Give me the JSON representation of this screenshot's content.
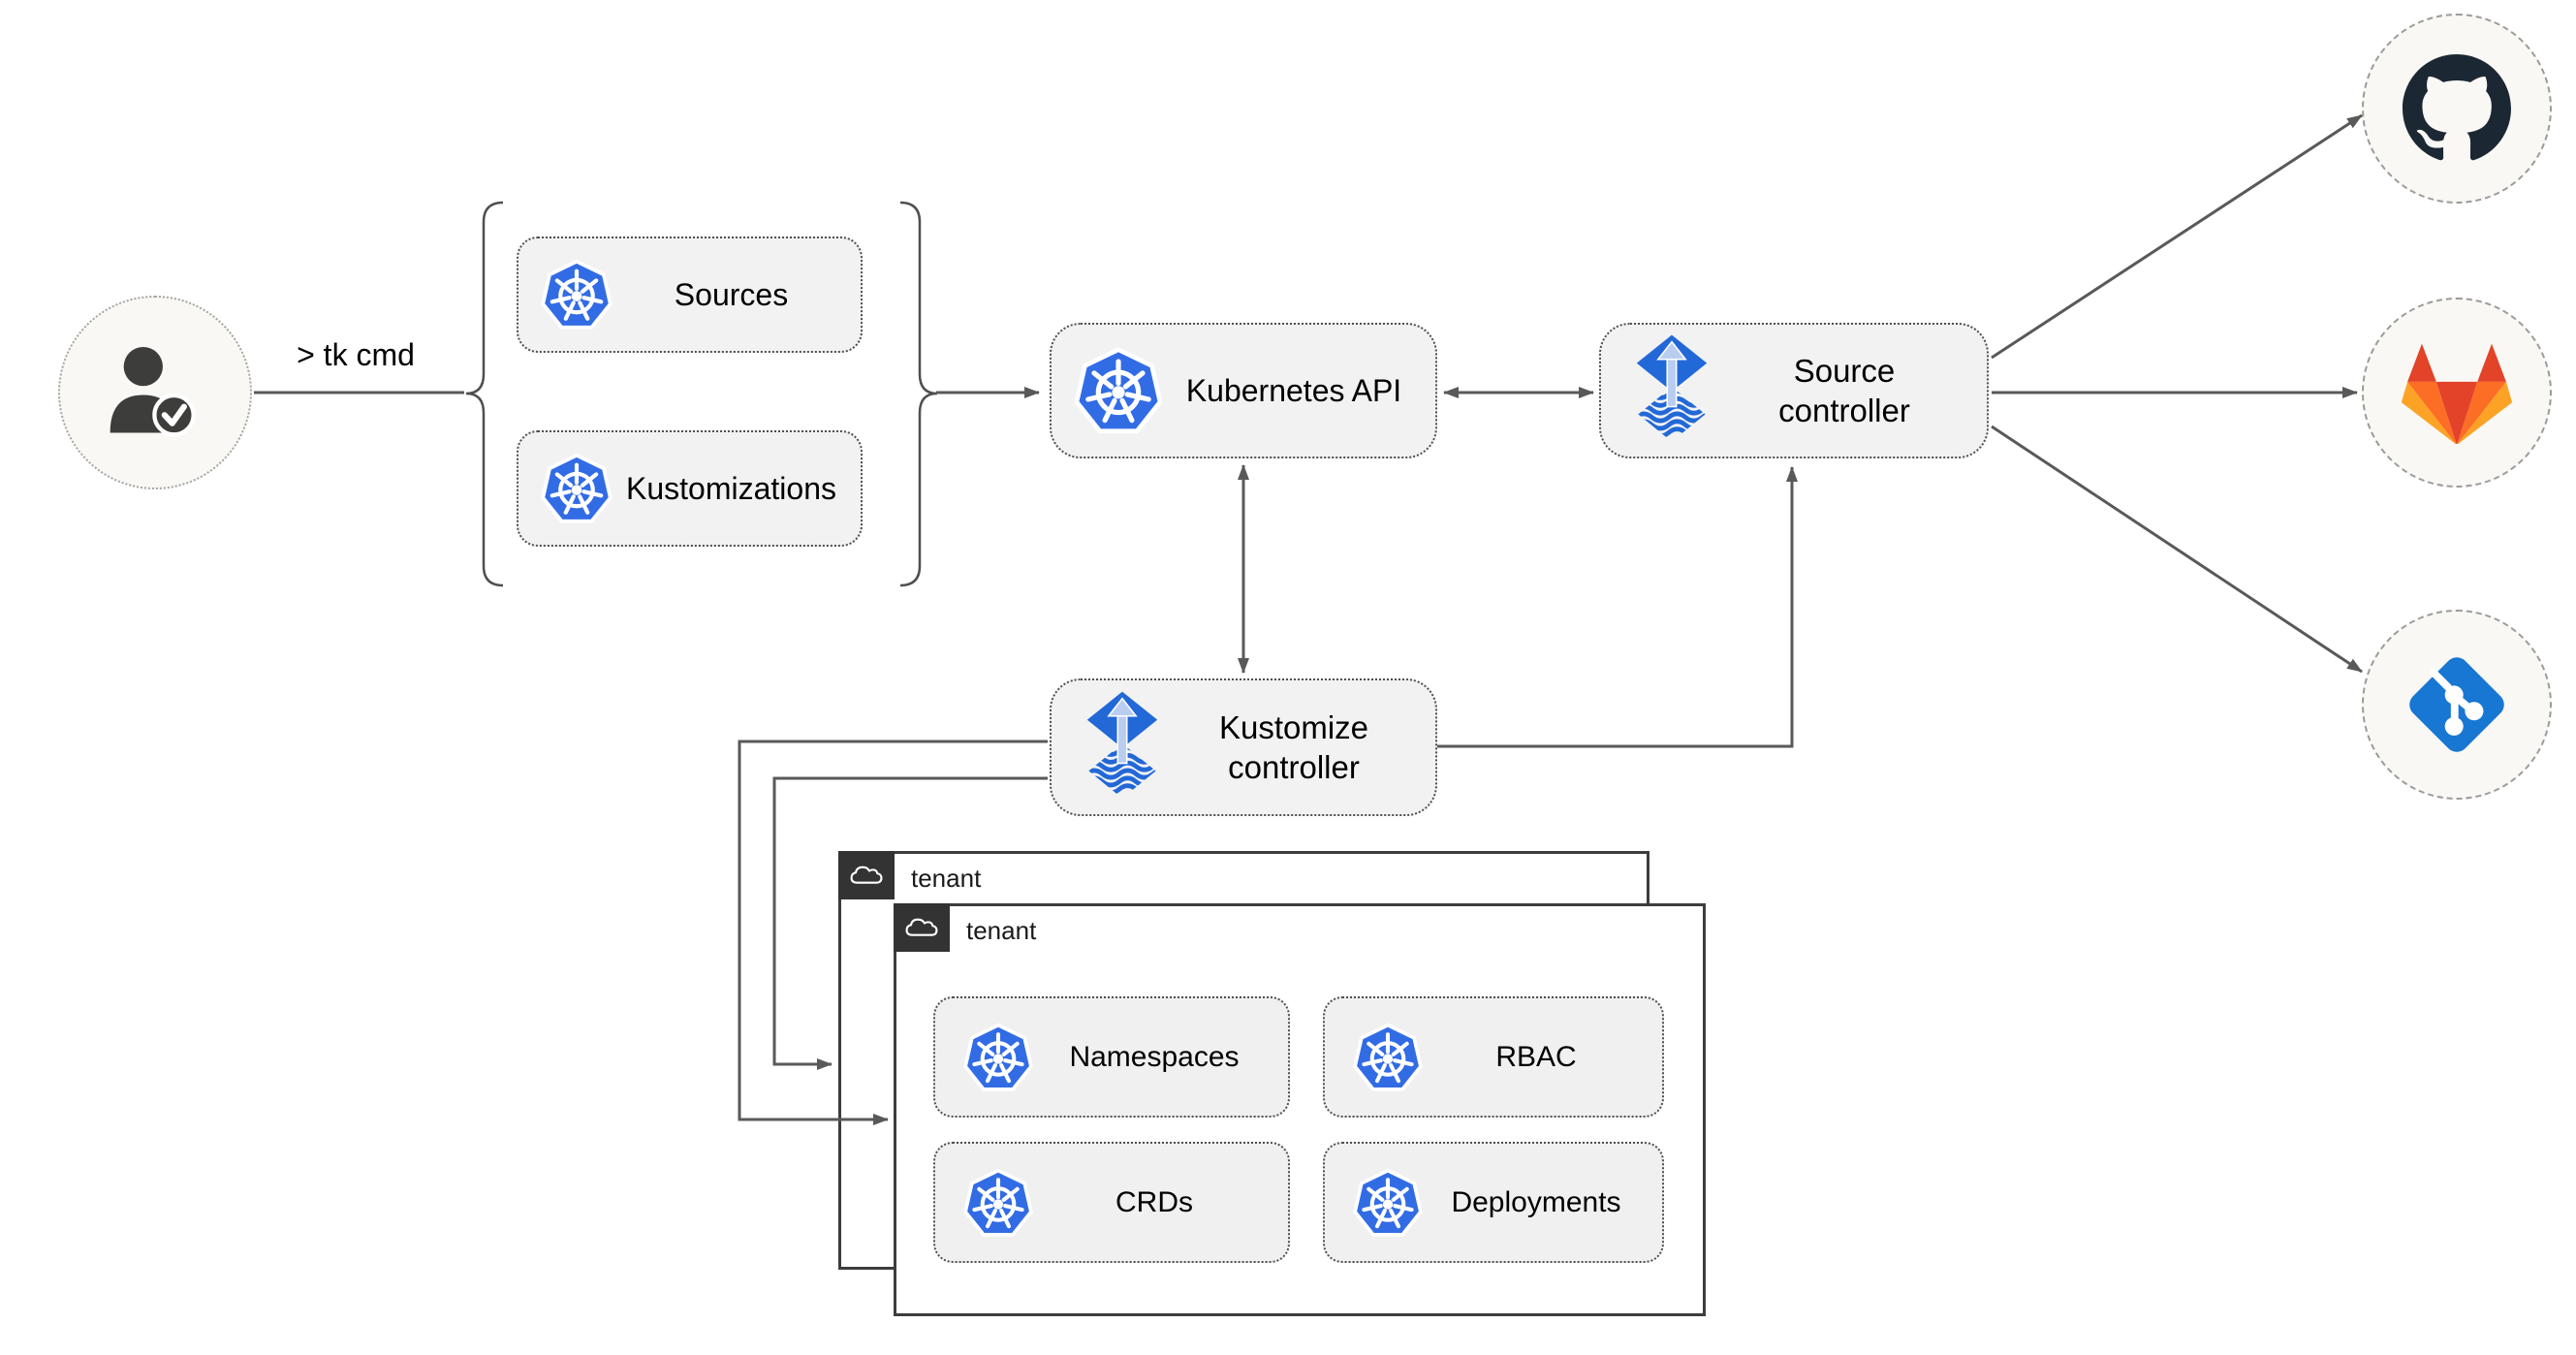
{
  "labels": {
    "cmd": "> tk cmd",
    "sources": "Sources",
    "kustomizations": "Kustomizations",
    "kubernetes_api": "Kubernetes API",
    "source_controller": "Source controller",
    "kustomize_controller": "Kustomize controller",
    "tenant_back": "tenant",
    "tenant_front": "tenant",
    "namespaces": "Namespaces",
    "rbac": "RBAC",
    "crds": "CRDs",
    "deployments": "Deployments"
  },
  "icons": {
    "user": "user-check-icon",
    "kubernetes": "kubernetes-icon",
    "flux": "flux-controller-icon",
    "github": "github-icon",
    "gitlab": "gitlab-icon",
    "git": "git-icon",
    "cloud": "cloud-icon"
  },
  "colors": {
    "kubernetes_blue": "#326ce5",
    "flux_blue": "#2268d7",
    "flux_arrow_light": "#b8cdf0",
    "git_blue": "#1877d2",
    "gitlab_red": "#e24329",
    "gitlab_orange": "#fc6d26",
    "gitlab_light_orange": "#fca326",
    "github_dark": "#1b2833",
    "connector_grey": "#595959",
    "node_fill": "#f2f2f2",
    "endpoint_fill": "#faf8f4",
    "tenant_border": "#3d3d3d",
    "tenant_tab": "#333333"
  }
}
